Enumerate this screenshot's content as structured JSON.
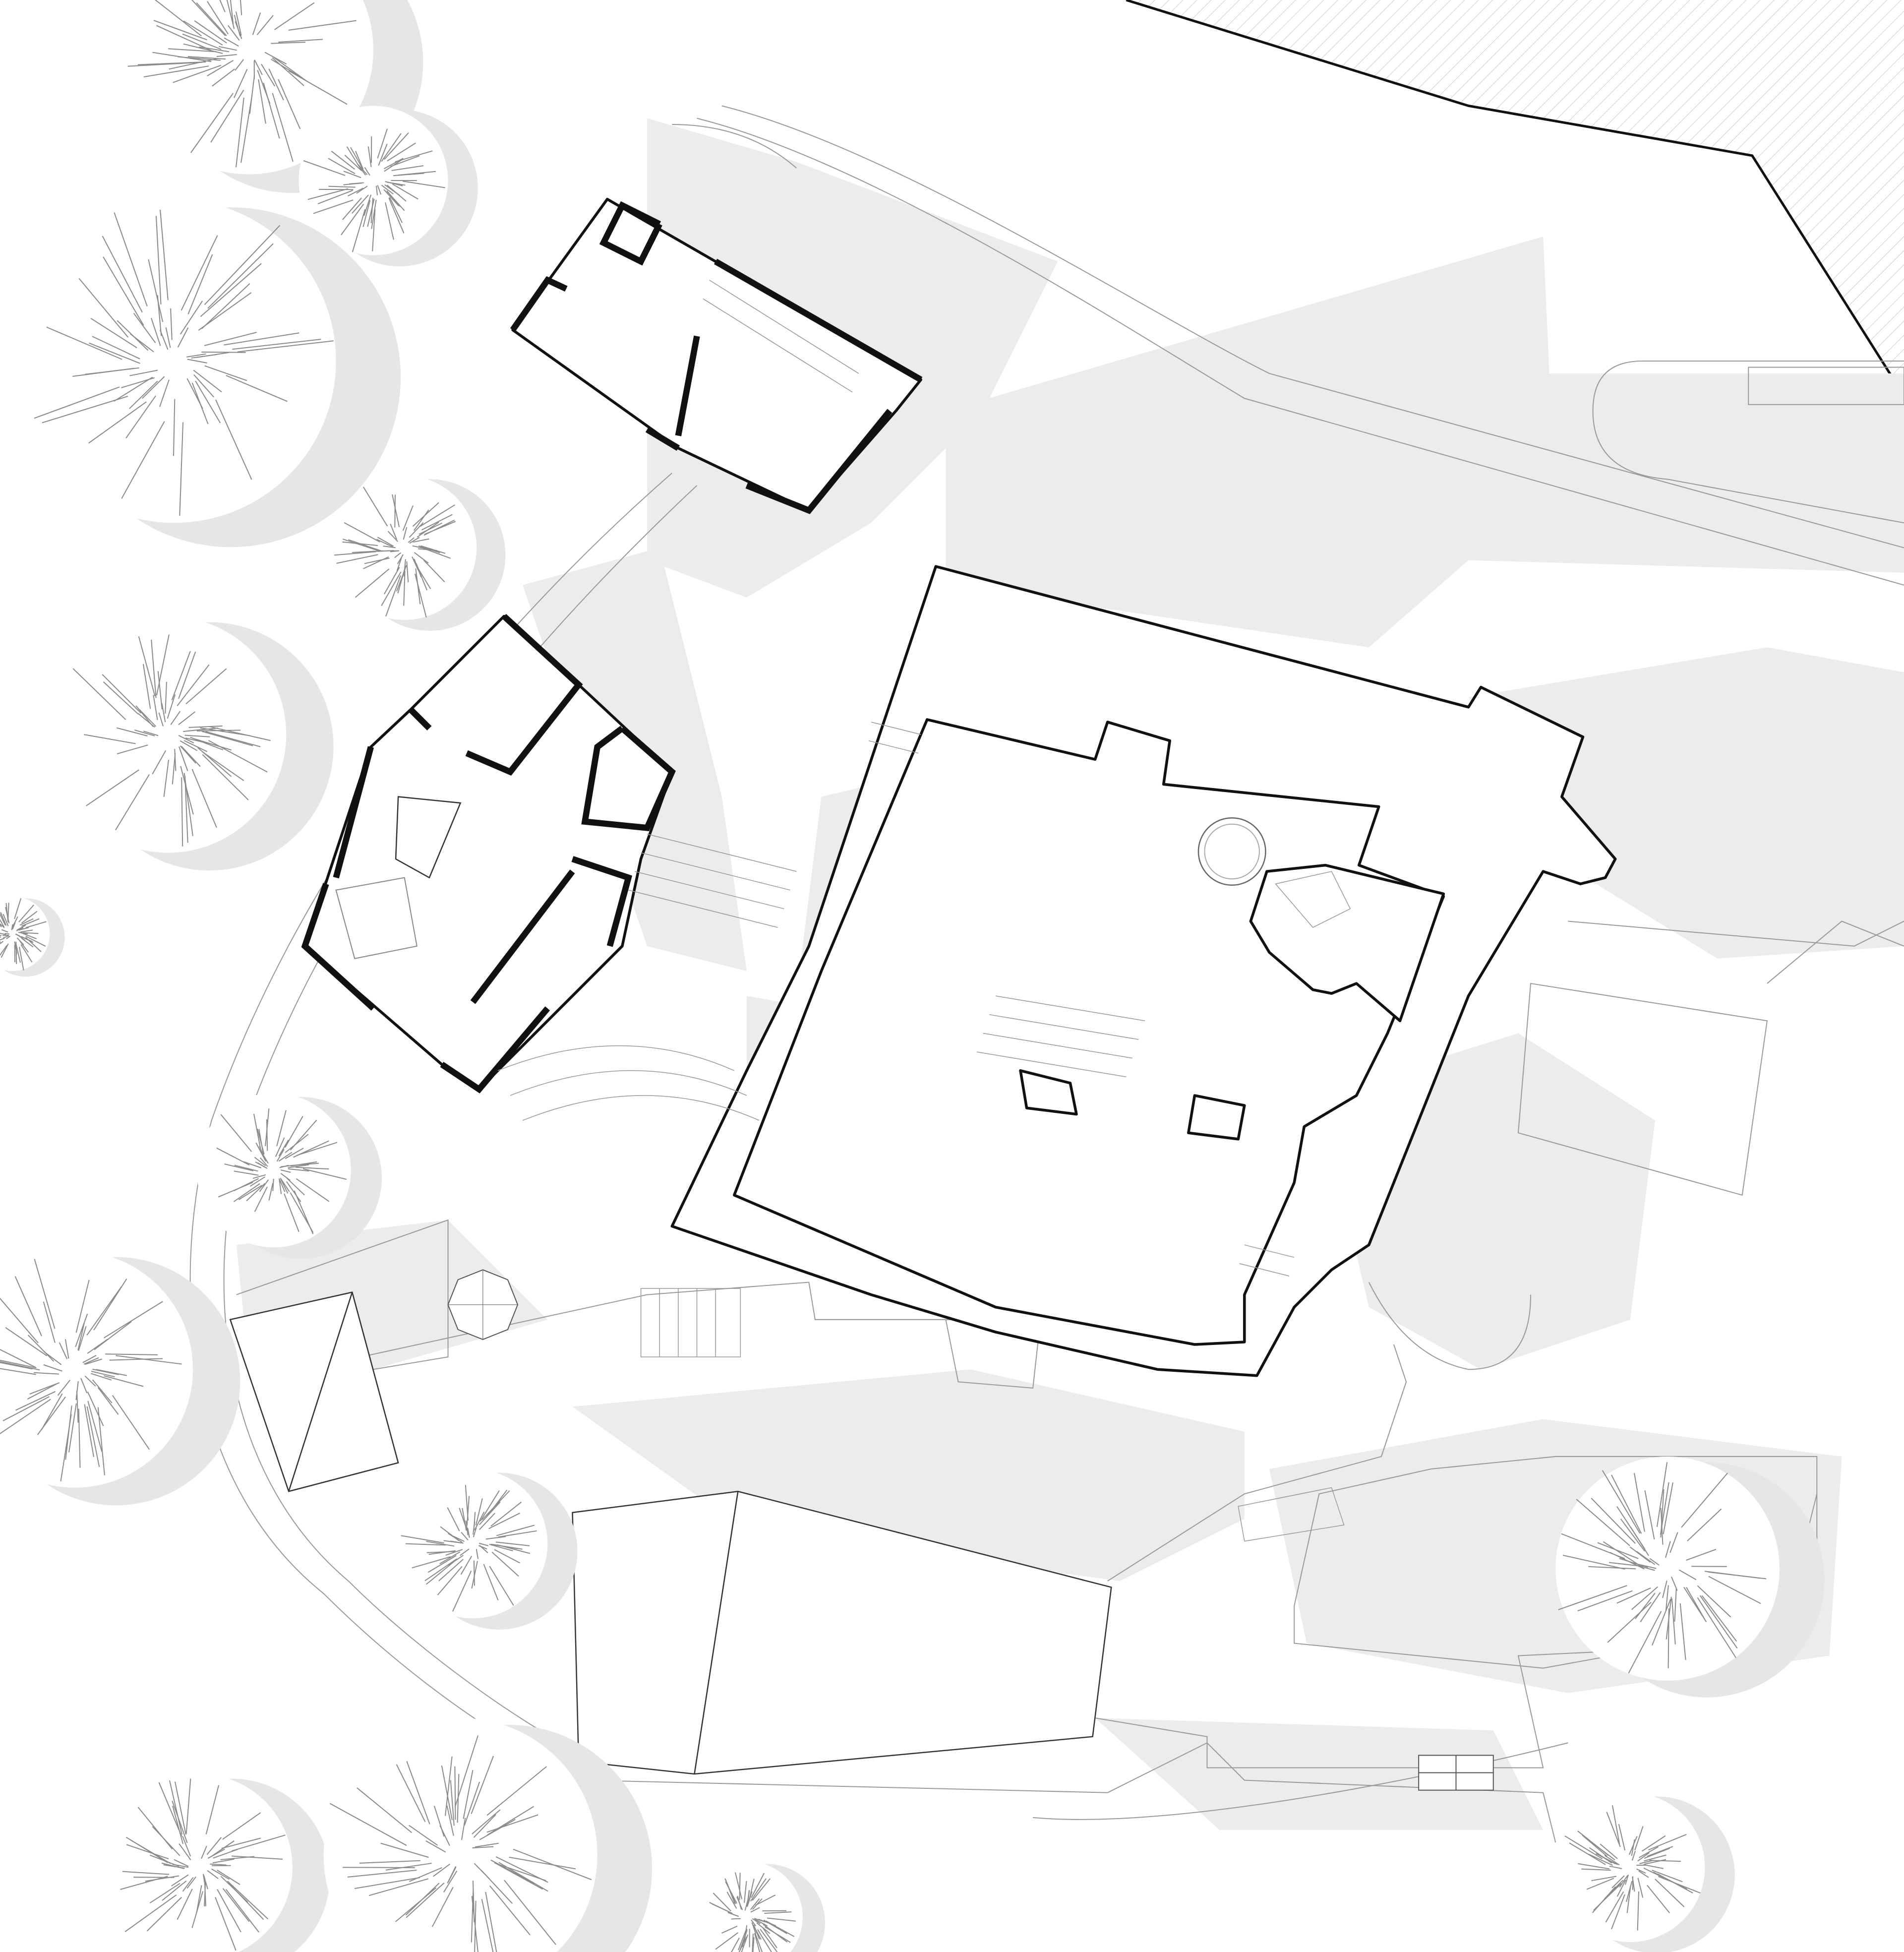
{
  "drawing": {
    "kind": "architectural site plan",
    "colors": {
      "background": "#ffffff",
      "shadow": "#ececec",
      "walls": "#111111",
      "linework": "#9a9a9a",
      "vegetation": "#8a8a8a"
    },
    "icons": [
      "tree-symbol",
      "parasol-symbol",
      "stair-symbol",
      "table-tennis-symbol"
    ]
  }
}
